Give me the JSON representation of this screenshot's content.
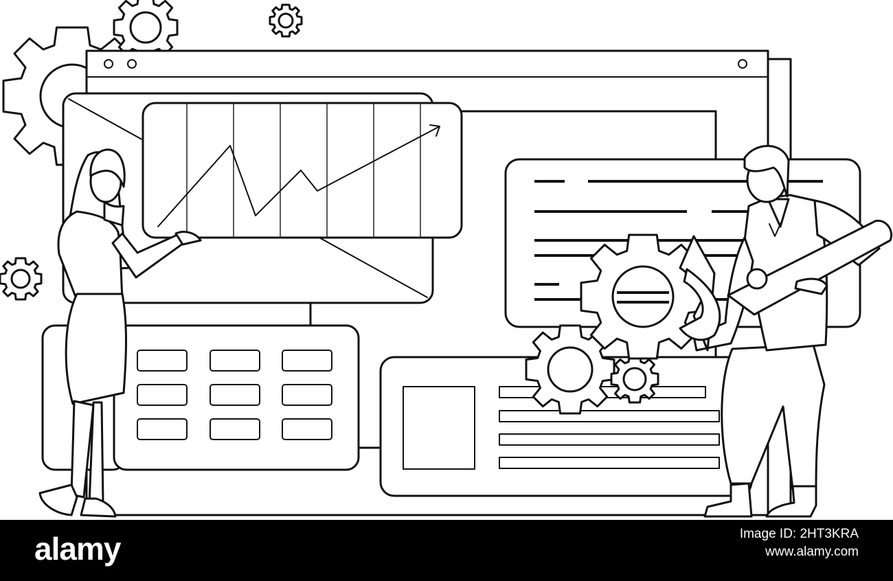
{
  "footer": {
    "brand": "alamy",
    "image_id": "Image ID: 2HT3KRA",
    "site": "www.alamy.com"
  },
  "colors": {
    "ink": "#111111",
    "paper": "#ffffff",
    "footer_bg": "#000000"
  },
  "icons": [
    "gear-icon",
    "wrench-icon",
    "trend-arrow-icon"
  ]
}
